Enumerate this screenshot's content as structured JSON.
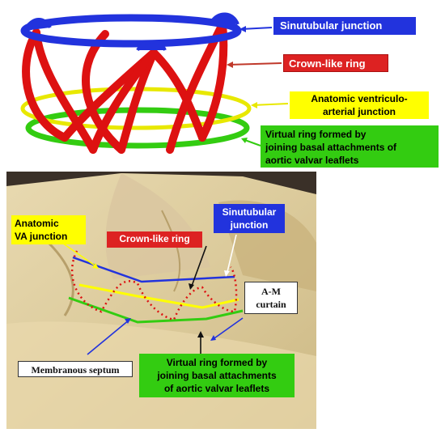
{
  "top_diagram": {
    "labels": {
      "sinutubular": "Sinutubular junction",
      "crown": "Crown-like ring",
      "anatomic_line1": "Anatomic ventriculo-",
      "anatomic_line2": "arterial junction",
      "virtual_line1": "Virtual ring formed by",
      "virtual_line2": "joining basal attachments of",
      "virtual_line3": "aortic valvar leaflets"
    }
  },
  "photo": {
    "labels": {
      "anatomic_line1": "Anatomic",
      "anatomic_line2": "VA junction",
      "sinutubular_line1": "Sinutubular",
      "sinutubular_line2": "junction",
      "crown": "Crown-like ring",
      "am_line1": "A-M",
      "am_line2": "curtain",
      "membranous": "Membranous septum",
      "virtual_line1": "Virtual ring formed by",
      "virtual_line2": "joining basal attachments",
      "virtual_line3": "of aortic valvar leaflets"
    }
  },
  "colors": {
    "blue": "#2233dd",
    "red": "#dd1111",
    "yellow": "#ffff00",
    "green": "#33cc11",
    "crown_label_bg": "#dd2222"
  }
}
